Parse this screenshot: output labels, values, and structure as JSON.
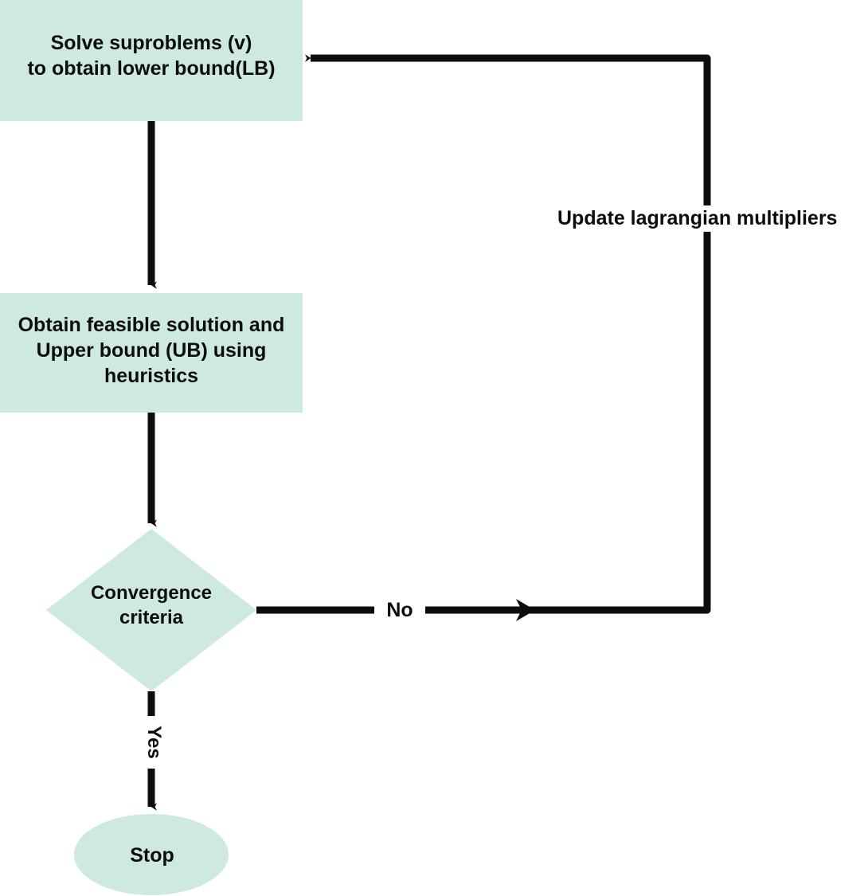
{
  "diagram": {
    "title": "Lagrangian relaxation algorithm flowchart",
    "colors": {
      "node_fill": "#cde9e1",
      "stroke": "#0d0d0d",
      "text": "#0d0d0d",
      "background": "#ffffff"
    },
    "nodes": [
      {
        "id": "solve-subproblems",
        "shape": "rectangle",
        "label": "Solve suproblems (v)\nto obtain lower bound(LB)"
      },
      {
        "id": "obtain-feasible",
        "shape": "rectangle",
        "label": "Obtain feasible solution and\nUpper bound (UB) using\nheuristics"
      },
      {
        "id": "convergence-criteria",
        "shape": "diamond",
        "label": "Convergence\ncriteria"
      },
      {
        "id": "stop",
        "shape": "ellipse",
        "label": "Stop"
      }
    ],
    "edges": [
      {
        "id": "solve-to-obtain",
        "from": "solve-subproblems",
        "to": "obtain-feasible",
        "label": ""
      },
      {
        "id": "obtain-to-convergence",
        "from": "obtain-feasible",
        "to": "convergence-criteria",
        "label": ""
      },
      {
        "id": "convergence-to-update",
        "from": "convergence-criteria",
        "to": "solve-subproblems",
        "label": "No"
      },
      {
        "id": "convergence-to-stop",
        "from": "convergence-criteria",
        "to": "stop",
        "label": "Yes"
      }
    ],
    "annotations": [
      {
        "id": "update-multipliers",
        "label": "Update lagrangian multipliers"
      }
    ]
  }
}
